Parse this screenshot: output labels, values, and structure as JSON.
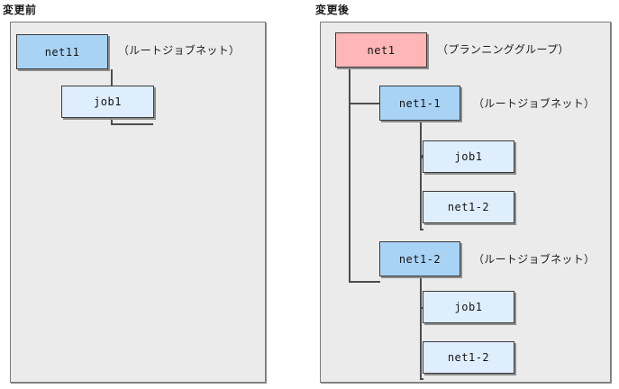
{
  "panels": [
    {
      "id": "before",
      "title": "変更前",
      "nodes": [
        {
          "name": "net11-node",
          "label": "net11",
          "color": "blue"
        },
        {
          "name": "job1-node",
          "label": "job1",
          "color": "pale"
        }
      ],
      "annotations": [
        {
          "name": "root-jobnet-annotation",
          "text": "（ルートジョブネット）"
        }
      ]
    },
    {
      "id": "after",
      "title": "変更後",
      "nodes": [
        {
          "name": "net1-node",
          "label": "net1",
          "color": "pink"
        },
        {
          "name": "net1-1-node",
          "label": "net1-1",
          "color": "blue"
        },
        {
          "name": "net1-1-job1-node",
          "label": "job1",
          "color": "pale"
        },
        {
          "name": "net1-1-net1-2-node",
          "label": "net1-2",
          "color": "pale"
        },
        {
          "name": "net1-2-node",
          "label": "net1-2",
          "color": "blue"
        },
        {
          "name": "net1-2-job1-node",
          "label": "job1",
          "color": "pale"
        },
        {
          "name": "net1-2-net1-2-node",
          "label": "net1-2",
          "color": "pale"
        }
      ],
      "annotations": [
        {
          "name": "planning-group-annotation",
          "text": "（プランニンググループ）"
        },
        {
          "name": "root-jobnet-annotation-1",
          "text": "（ルートジョブネット）"
        },
        {
          "name": "root-jobnet-annotation-2",
          "text": "（ルートジョブネット）"
        }
      ]
    }
  ],
  "colors": {
    "planning_group": "#ffb6b6",
    "root_jobnet": "#a9d3f5",
    "child": "#dfeefc",
    "panel_background": "#ebebeb",
    "border": "#3a3a3a",
    "connector": "#4d4d4d"
  }
}
